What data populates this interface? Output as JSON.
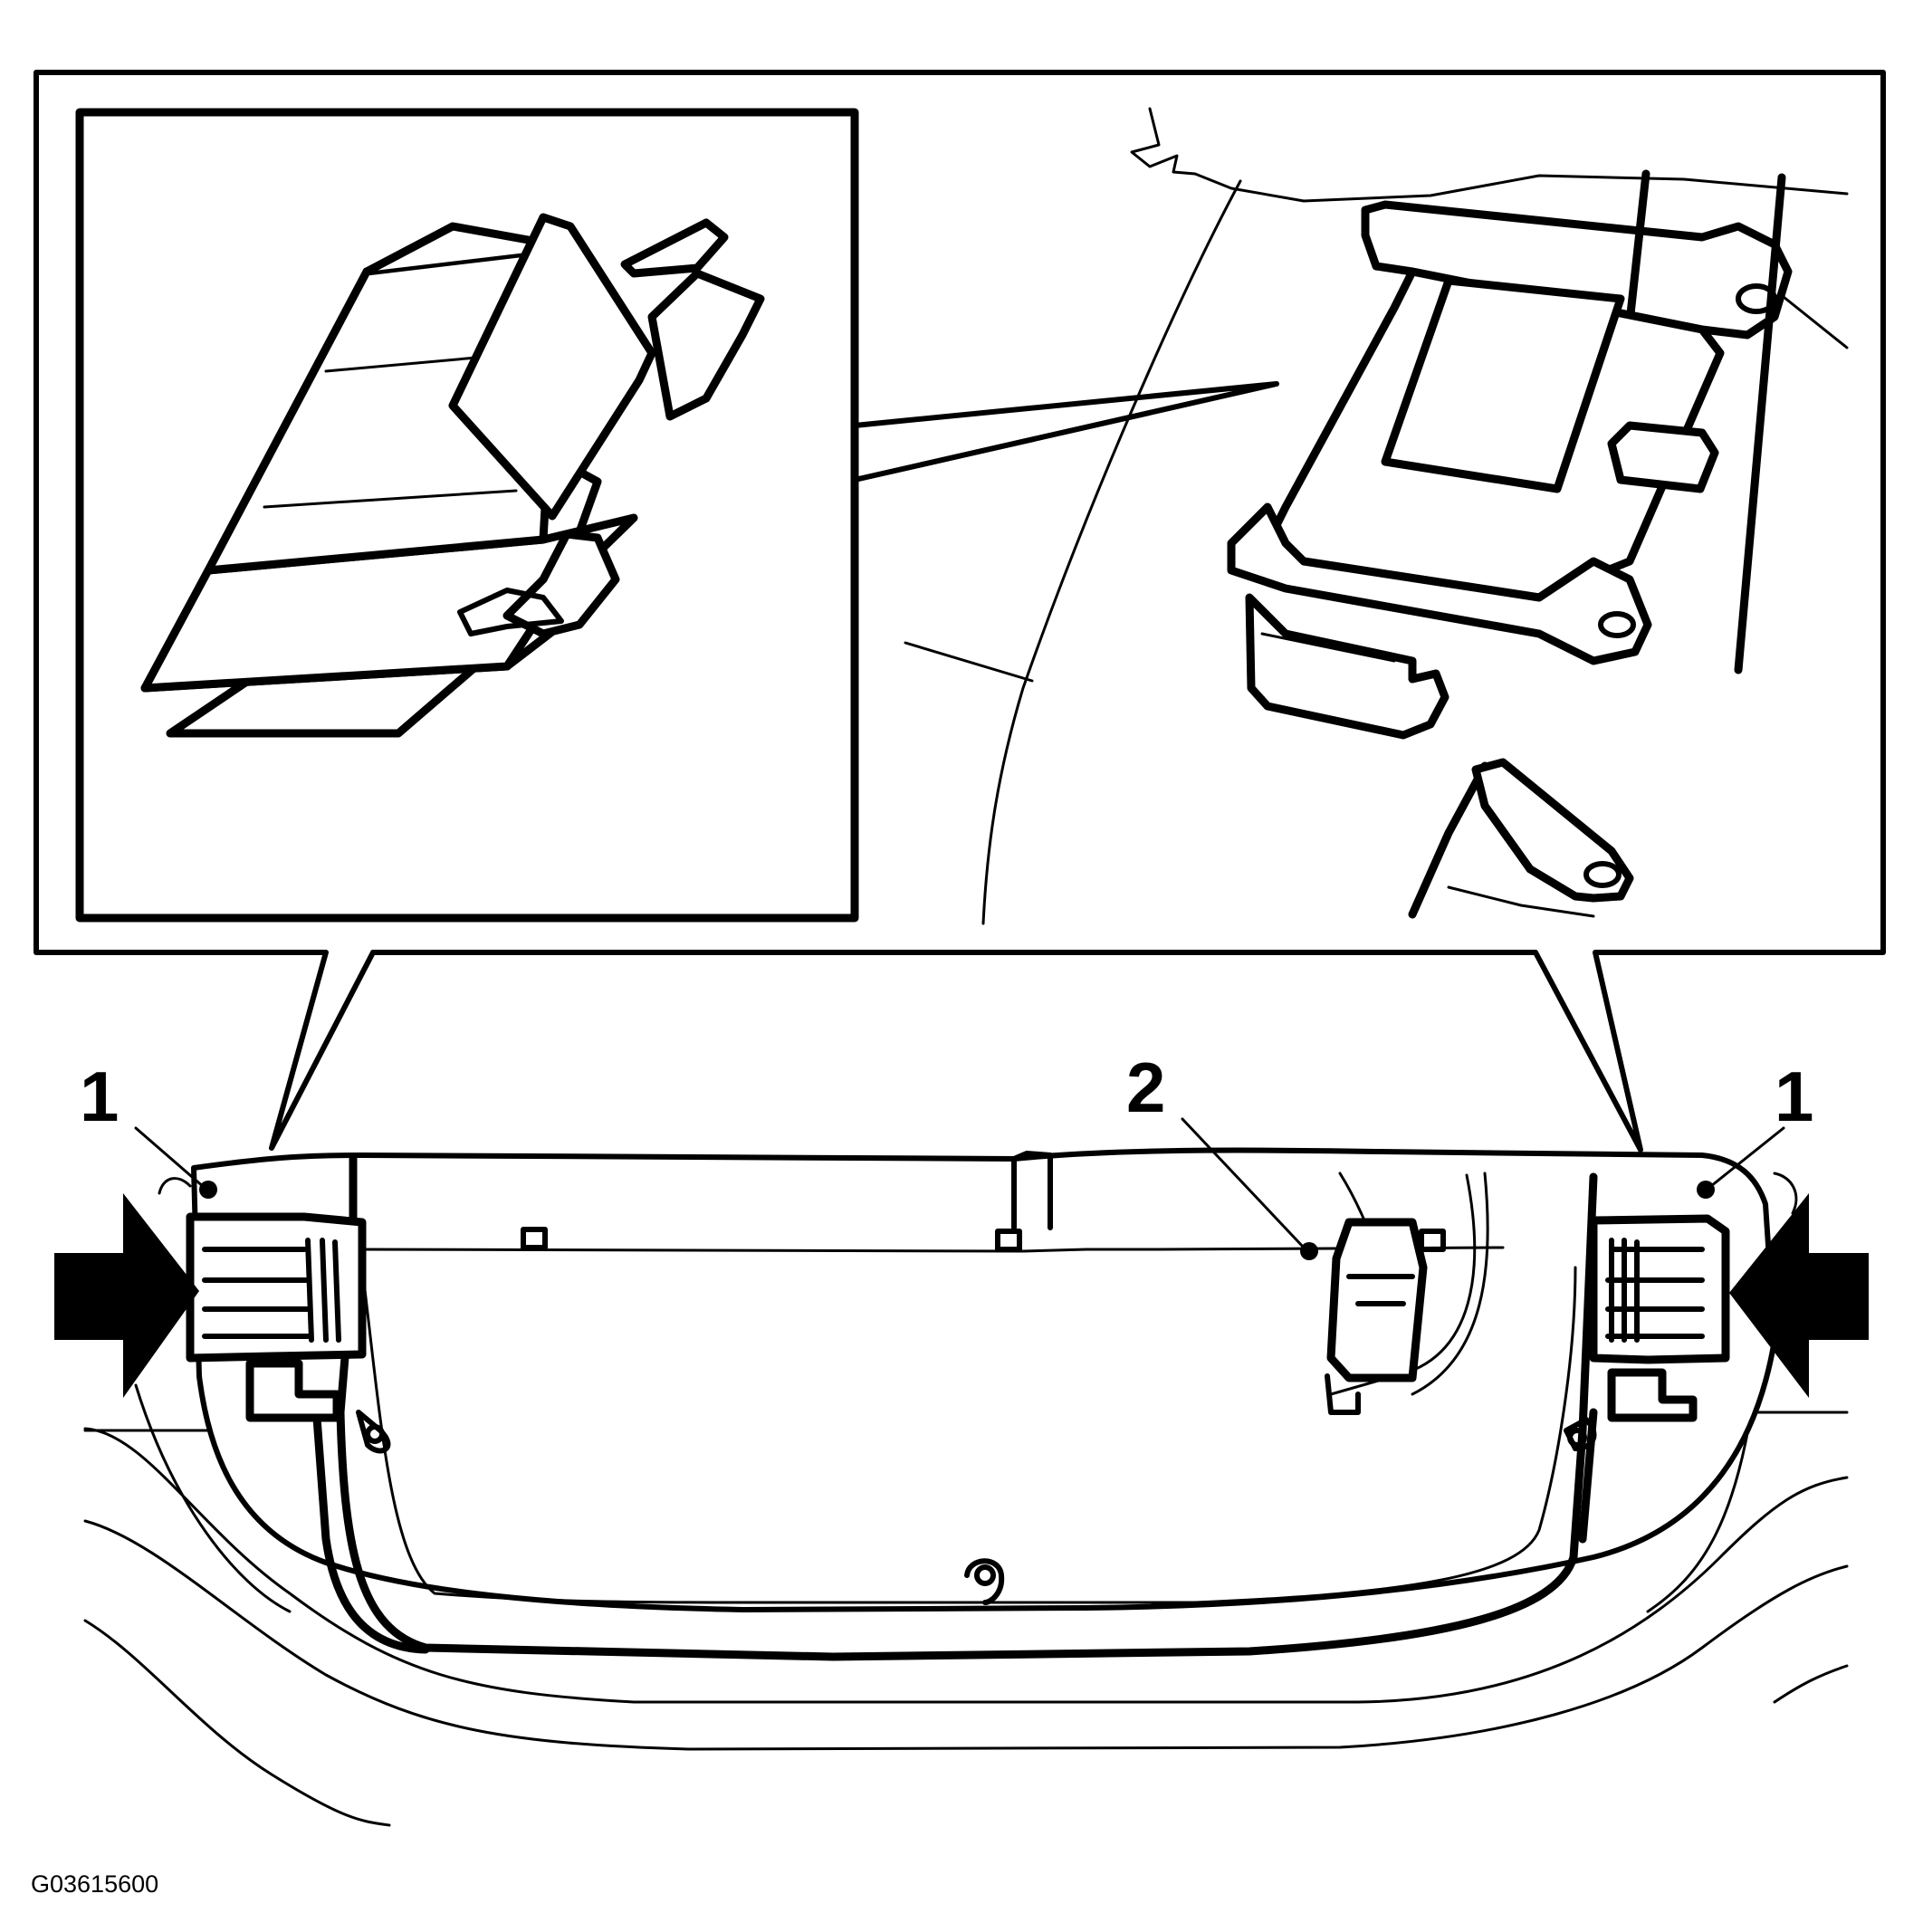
{
  "callouts": {
    "left_clip": "1",
    "connector": "2",
    "right_clip": "1"
  },
  "figure_id": "G03615600",
  "colors": {
    "line": "#000000",
    "background": "#ffffff"
  }
}
